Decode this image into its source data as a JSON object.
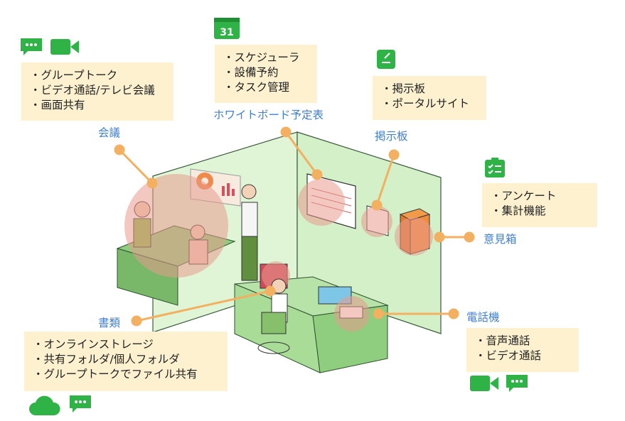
{
  "colors": {
    "accent_green": "#2fb346",
    "label_blue": "#3f7fd6",
    "box_bg": "#fdf1cf",
    "connector": "#f2b060",
    "wall": "#d8f3cf",
    "highlight": "#e79a8e"
  },
  "meeting": {
    "label": "会議",
    "items": [
      "・グループトーク",
      "・ビデオ通話/テレビ会議",
      "・画面共有"
    ],
    "icons": [
      "chat-bubble-icon",
      "video-camera-icon"
    ]
  },
  "whiteboard": {
    "label": "ホワイトボード予定表",
    "items": [
      "・スケジューラ",
      "・設備予約",
      "・タスク管理"
    ],
    "icons": [
      "calendar-icon"
    ],
    "calendar_number": "31"
  },
  "bulletin": {
    "label": "掲示板",
    "items": [
      "・掲示板",
      "・ポータルサイト"
    ],
    "icons": [
      "clipboard-edit-icon"
    ]
  },
  "suggestion_box": {
    "label": "意見箱",
    "items": [
      "・アンケート",
      "・集計機能"
    ],
    "icons": [
      "checklist-clipboard-icon"
    ]
  },
  "documents": {
    "label": "書類",
    "items": [
      "・オンラインストレージ",
      "・共有フォルダ/個人フォルダ",
      "・グループトークでファイル共有"
    ],
    "icons": [
      "cloud-icon",
      "chat-bubble-icon"
    ]
  },
  "phone": {
    "label": "電話機",
    "items": [
      "・音声通話",
      "・ビデオ通話"
    ],
    "icons": [
      "video-camera-icon",
      "chat-bubble-icon"
    ]
  }
}
